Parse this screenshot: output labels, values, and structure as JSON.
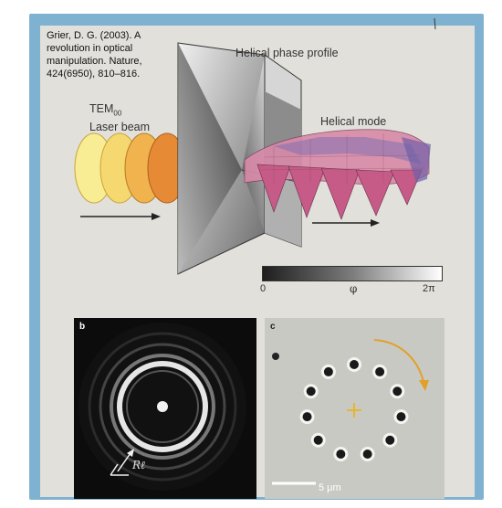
{
  "citation": "Grier, D. G. (2003). A revolution in optical manipulation. Nature, 424(6950), 810–816.",
  "panel_a": {
    "helical_phase_label": "Helical phase profile",
    "laser_label_main": "TEM",
    "laser_label_sub": "00",
    "laser_label_line2": "Laser beam",
    "helical_mode_label": "Helical mode",
    "phase_scale": {
      "min_label": "0",
      "mid_label": "φ",
      "max_label": "2π"
    }
  },
  "panel_b": {
    "letter": "b",
    "radius_label": "Rℓ"
  },
  "panel_c": {
    "letter": "c",
    "scale_label": "5 μm",
    "particle_count": 11
  },
  "colors": {
    "frame": "#7fb2d0",
    "paper": "#e2e0da",
    "beam_light": "#f6e27a",
    "beam_dark": "#e88d3a",
    "helix_pink": "#d98aa8",
    "helix_purple": "#7f6fb0",
    "arrow_orange": "#e0a12a",
    "cross_yellow": "#e8b530"
  }
}
